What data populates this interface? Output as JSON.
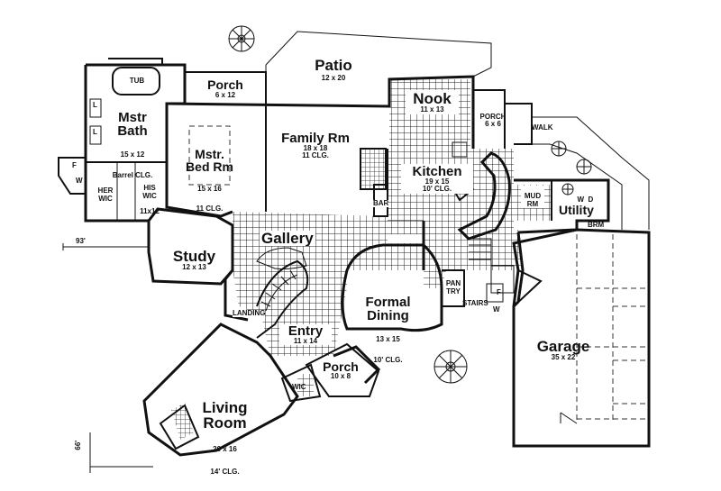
{
  "rooms": {
    "patio": {
      "name": "Patio",
      "size": "12 x 20"
    },
    "porch_back": {
      "name": "Porch",
      "size": "6 x 12"
    },
    "mstr_bath": {
      "name": "Mstr\nBath",
      "size": "15 x 12",
      "note": "Barrel CLG."
    },
    "tub": {
      "name": "TUB"
    },
    "mstr_bedrm": {
      "name": "Mstr.\nBed Rm",
      "size": "15 x 16",
      "note": "11 CLG."
    },
    "her_wic": {
      "name": "HER\nWIC"
    },
    "his_wic": {
      "name": "HIS\nWIC",
      "size": "11x12"
    },
    "family_rm": {
      "name": "Family Rm",
      "size": "18 x 18",
      "note": "11 CLG."
    },
    "nook": {
      "name": "Nook",
      "size": "11 x 13"
    },
    "porch_side": {
      "name": "PORCH",
      "size": "6 x 6"
    },
    "walk": {
      "name": "WALK"
    },
    "kitchen": {
      "name": "Kitchen",
      "size": "19 x 15",
      "note": "10' CLG."
    },
    "bar": {
      "name": "BAR"
    },
    "mud_rm": {
      "name": "MUD\nRM"
    },
    "utility": {
      "name": "Utility"
    },
    "w_d": {
      "name": "W  D"
    },
    "brm": {
      "name": "BRM"
    },
    "study": {
      "name": "Study",
      "size": "12 x 13"
    },
    "gallery": {
      "name": "Gallery"
    },
    "formal_dining": {
      "name": "Formal\nDining",
      "size": "13 x 15",
      "note": "10' CLG."
    },
    "pan_try": {
      "name": "PAN\nTRY"
    },
    "stairs": {
      "name": "STAIRS"
    },
    "landing": {
      "name": "LANDING"
    },
    "entry": {
      "name": "Entry",
      "size": "11 x 14"
    },
    "porch_front": {
      "name": "Porch",
      "size": "10 x 8"
    },
    "wic_front": {
      "name": "WIC"
    },
    "living_room": {
      "name": "Living\nRoom",
      "size": "20 x 16",
      "note": "14' CLG."
    },
    "garage": {
      "name": "Garage",
      "size": "35 x 22"
    }
  },
  "markers": {
    "f_left": "F",
    "w_left": "W",
    "f_right": "F",
    "w_right": "W",
    "l_upper": "L",
    "l_lower": "L",
    "dim_left": "93'",
    "dim_bottom": "66'"
  }
}
